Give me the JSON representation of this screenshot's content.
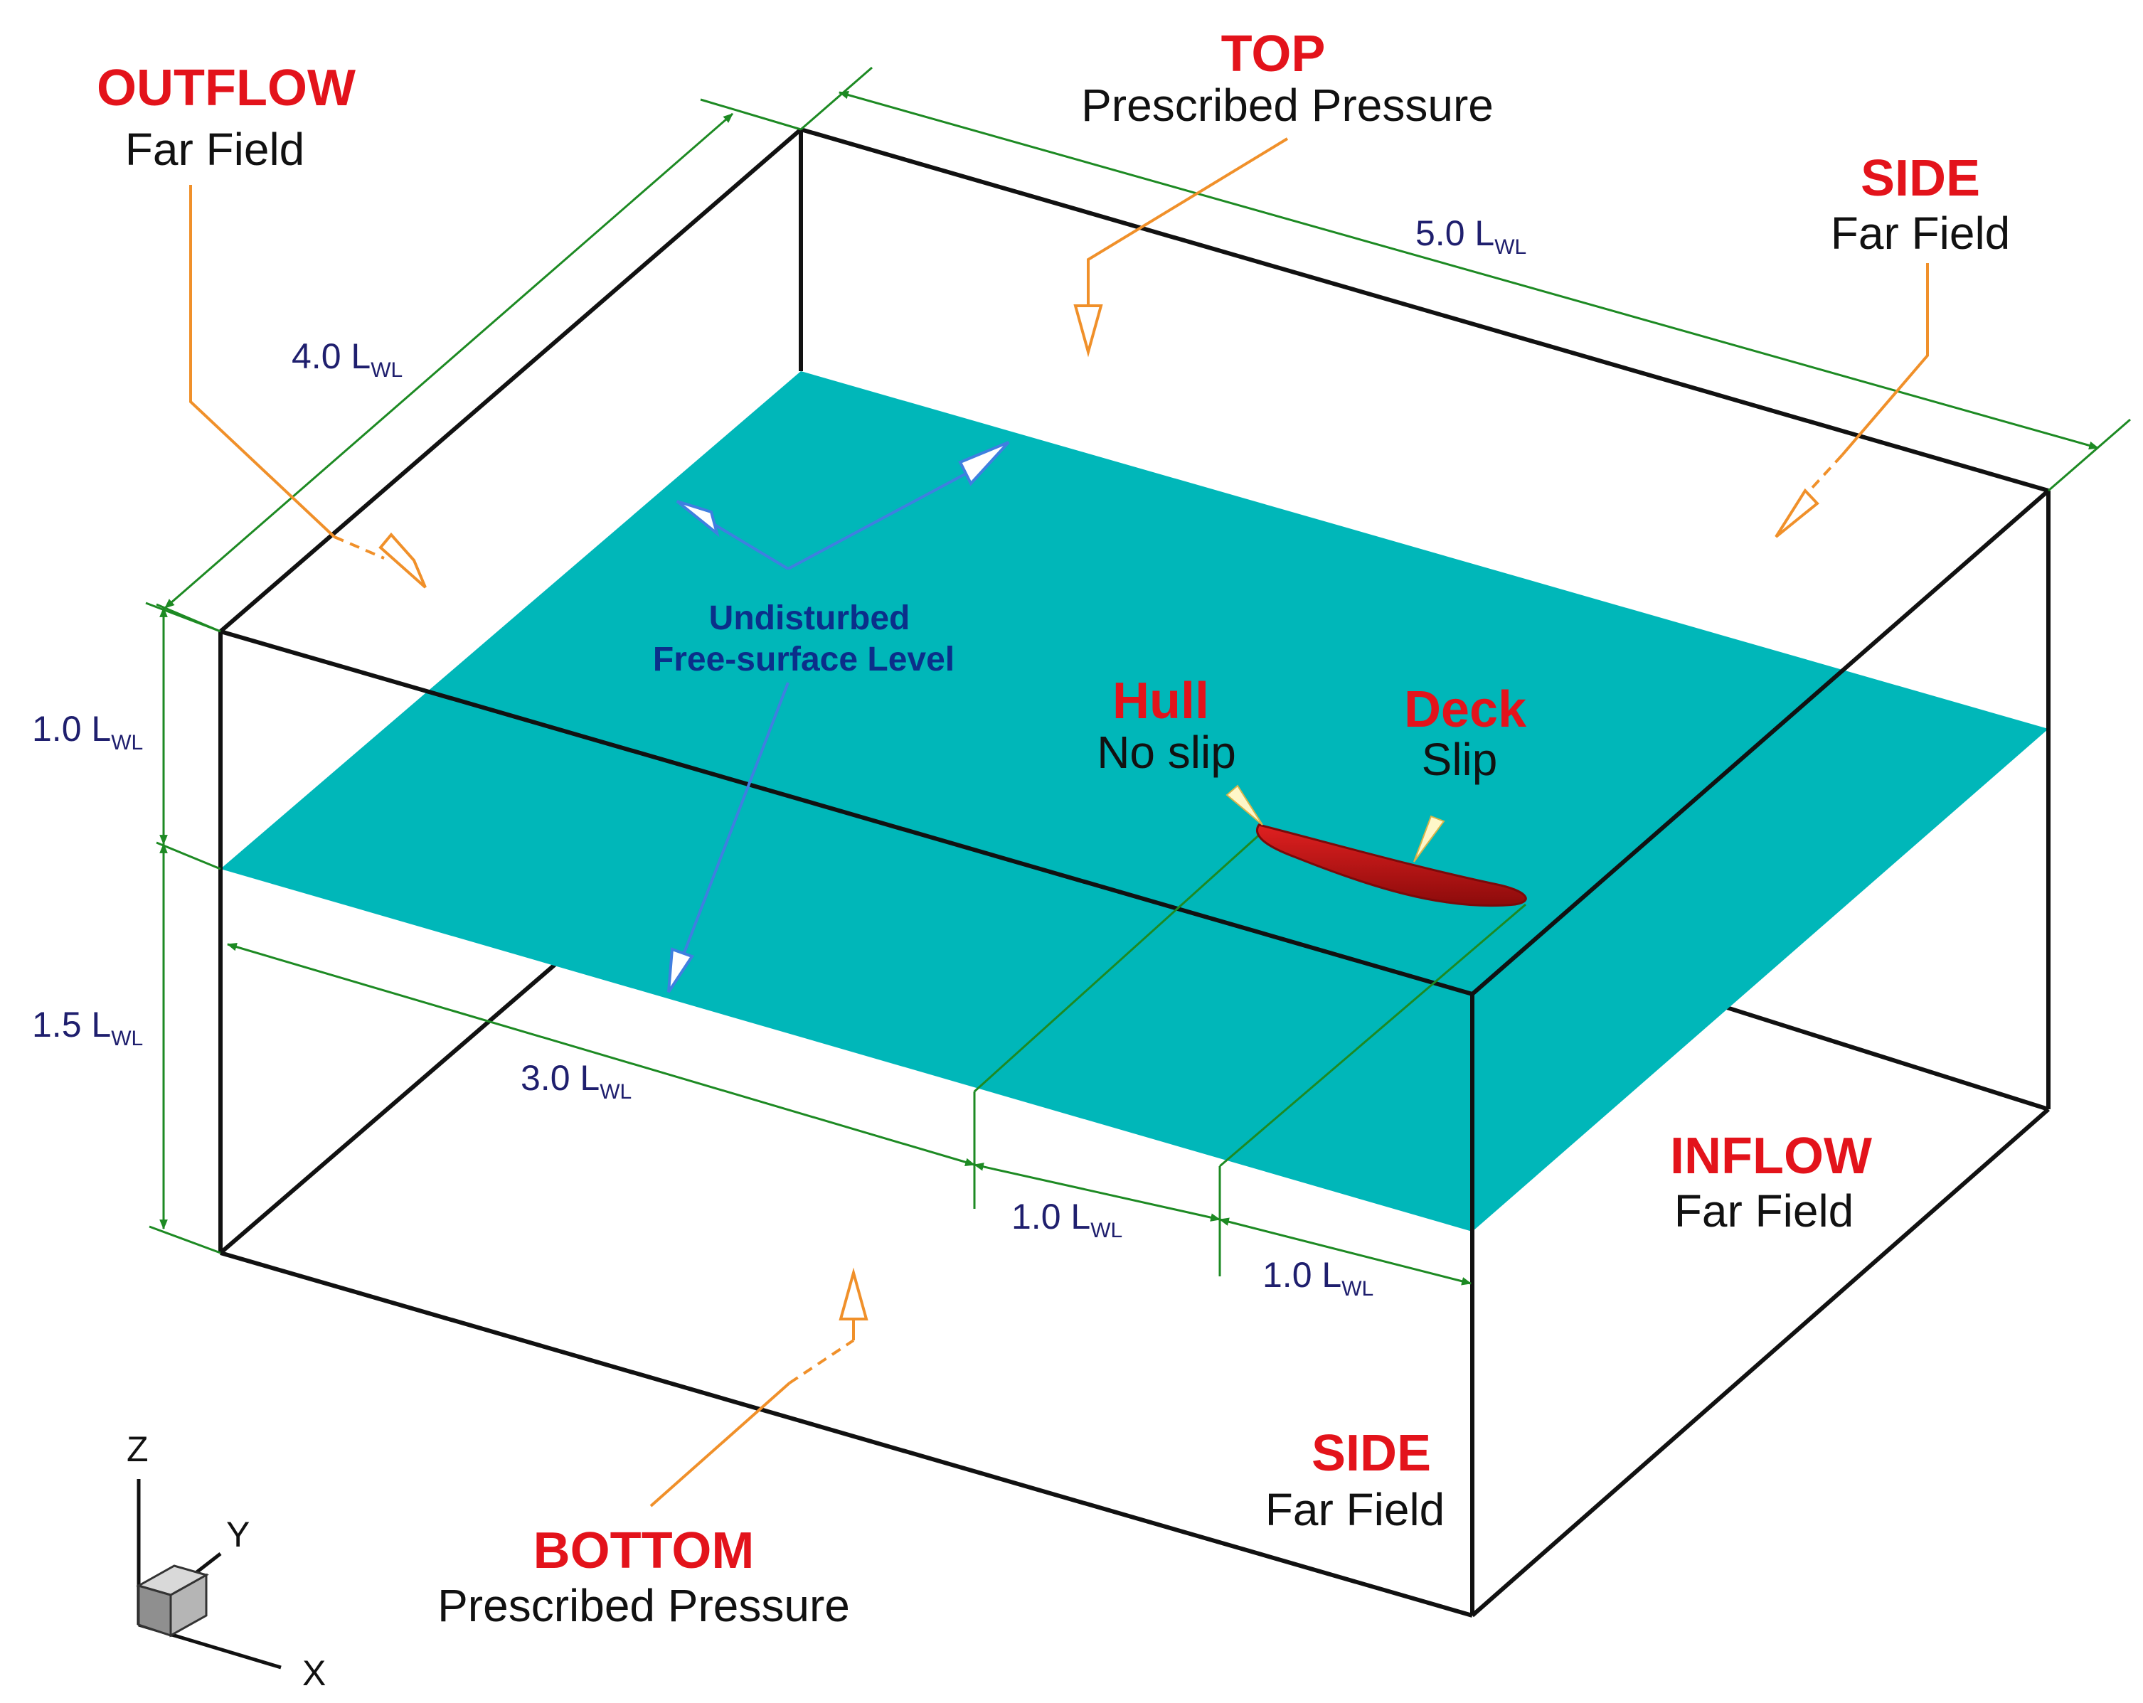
{
  "colors": {
    "boundary_title": "#e3131b",
    "boundary_subtitle": "#111111",
    "dimension_line": "#1d8a23",
    "dimension_text": "#1f1f6e",
    "callout_arrow": "#f0902a",
    "free_surface": "#00b7b9",
    "free_surface_label": "#0b2f8a",
    "free_surface_arrow": "#3f7fe0",
    "hull": "#c01414",
    "box_edge": "#111111"
  },
  "boundaries": {
    "outflow": {
      "title": "OUTFLOW",
      "subtitle": "Far Field"
    },
    "top": {
      "title": "TOP",
      "subtitle": "Prescribed Pressure"
    },
    "side_back": {
      "title": "SIDE",
      "subtitle": "Far Field"
    },
    "inflow": {
      "title": "INFLOW",
      "subtitle": "Far Field"
    },
    "side_front": {
      "title": "SIDE",
      "subtitle": "Far Field"
    },
    "bottom": {
      "title": "BOTTOM",
      "subtitle": "Prescribed Pressure"
    }
  },
  "hull": {
    "title": "Hull",
    "subtitle": "No slip"
  },
  "deck": {
    "title": "Deck",
    "subtitle": "Slip"
  },
  "free_surface_label": {
    "line1": "Undisturbed",
    "line2": "Free-surface Level"
  },
  "dimensions": {
    "length": {
      "main": "5.0 L",
      "sub": "WL"
    },
    "width": {
      "main": "4.0 L",
      "sub": "WL"
    },
    "height_top": {
      "main": "1.0 L",
      "sub": "WL"
    },
    "height_bottom": {
      "main": "1.5 L",
      "sub": "WL"
    },
    "downstream": {
      "main": "3.0 L",
      "sub": "WL"
    },
    "hull_length": {
      "main": "1.0 L",
      "sub": "WL"
    },
    "upstream": {
      "main": "1.0 L",
      "sub": "WL"
    }
  },
  "axes": {
    "z": "Z",
    "y": "Y",
    "x": "X"
  }
}
